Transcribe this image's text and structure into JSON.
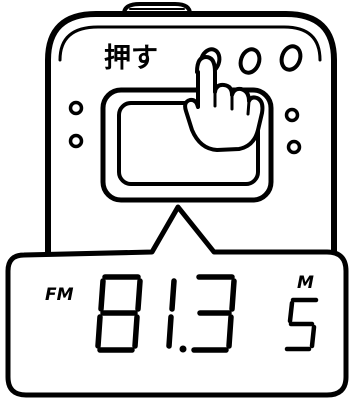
{
  "device": {
    "instruction": "押す",
    "callout": {
      "band": "FM",
      "frequency_digits": [
        "8",
        "1",
        "3"
      ],
      "memory_label": "M",
      "memory_number": "5"
    }
  }
}
